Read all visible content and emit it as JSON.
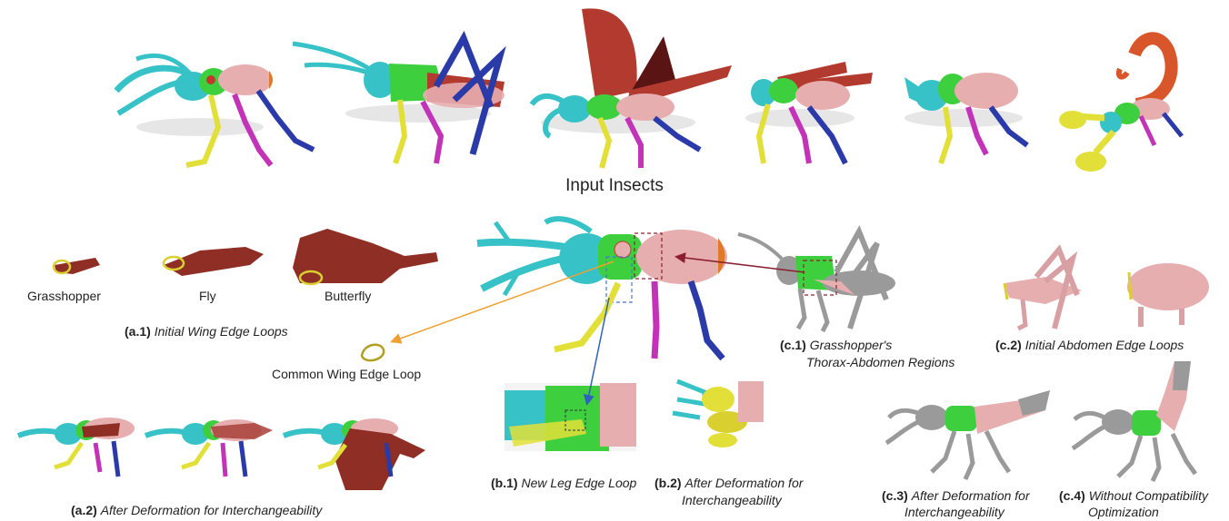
{
  "title": "Input Insects",
  "wing_labels": [
    "Grasshopper",
    "Fly",
    "Butterfly"
  ],
  "common_wing": "Common Wing Edge Loop",
  "captions": {
    "a1": {
      "tag": "(a.1)",
      "text": "Initial Wing Edge Loops"
    },
    "a2": {
      "tag": "(a.2)",
      "text": "After Deformation for Interchangeability"
    },
    "b1": {
      "tag": "(b.1)",
      "text": "New Leg Edge Loop"
    },
    "b2": {
      "tag": "(b.2)",
      "text": "After Deformation for",
      "text2": "Interchangeability"
    },
    "c1": {
      "tag": "(c.1)",
      "text": "Grasshopper's",
      "text2": "Thorax-Abdomen Regions"
    },
    "c2": {
      "tag": "(c.2)",
      "text": "Initial Abdomen Edge Loops"
    },
    "c3": {
      "tag": "(c.3)",
      "text": "After Deformation for",
      "text2": "Interchangeability"
    },
    "c4": {
      "tag": "(c.4)",
      "text": "Without Compatibility",
      "text2": "Optimization"
    }
  },
  "colors": {
    "head": "#36c2c6",
    "thorax": "#3ecf3e",
    "abdomen": "#e7aeb0",
    "wing": "#b23a2e",
    "leg_front": "#e2e038",
    "leg_mid": "#c233b8",
    "leg_back": "#2a3aa8",
    "gray_part": "#9a9a9a",
    "arrow_orange": "#f0a030",
    "arrow_dark_red": "#8a2030",
    "arrow_blue": "#3060c0"
  }
}
